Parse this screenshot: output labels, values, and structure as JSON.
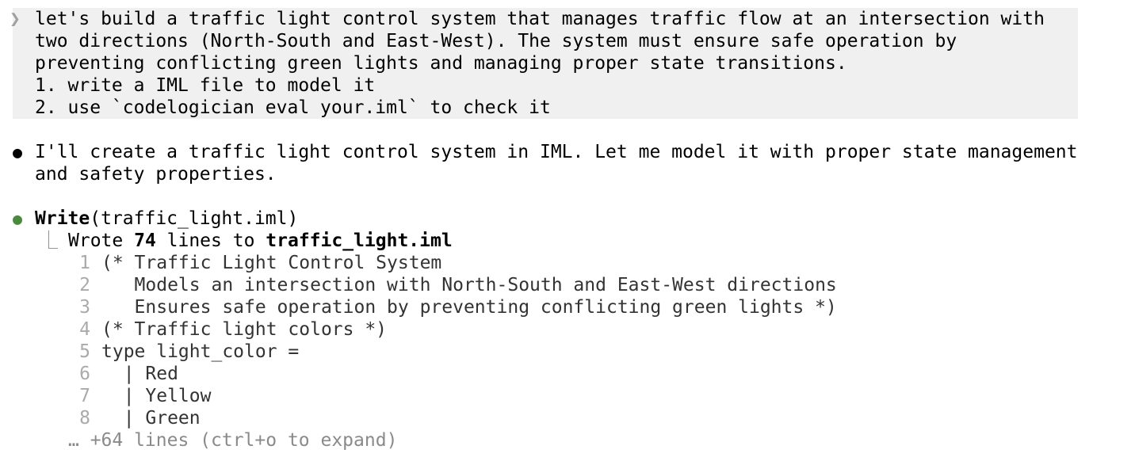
{
  "prompt": {
    "lines": [
      "let's build a traffic light control system that manages traffic flow at an intersection with",
      "two directions (North-South and East-West). The system must ensure safe operation by",
      "preventing conflicting green lights and managing proper state transitions.",
      "1. write a IML file to model it",
      "2. use `codelogician eval your.iml` to check it"
    ]
  },
  "assistant": {
    "lines": [
      "I'll create a traffic light control system in IML. Let me model it with proper state management",
      "and safety properties."
    ]
  },
  "tool": {
    "name": "Write",
    "arg": "(traffic_light.iml)",
    "result_prefix": "Wrote ",
    "line_count": "74",
    "result_mid": " lines to ",
    "file": "traffic_light.iml",
    "code": [
      {
        "n": "1",
        "text": "(* Traffic Light Control System"
      },
      {
        "n": "2",
        "text": "   Models an intersection with North-South and East-West directions"
      },
      {
        "n": "3",
        "text": "   Ensures safe operation by preventing conflicting green lights *)"
      },
      {
        "n": "4",
        "text": "(* Traffic light colors *)"
      },
      {
        "n": "5",
        "text": "type light_color ="
      },
      {
        "n": "6",
        "text": "  | Red"
      },
      {
        "n": "7",
        "text": "  | Yellow"
      },
      {
        "n": "8",
        "text": "  | Green"
      }
    ],
    "more": "… +64 lines (ctrl+o to expand)"
  },
  "colors": {
    "tool_dot": "#4a8a3f",
    "prompt_bg": "#f0f0f0"
  }
}
